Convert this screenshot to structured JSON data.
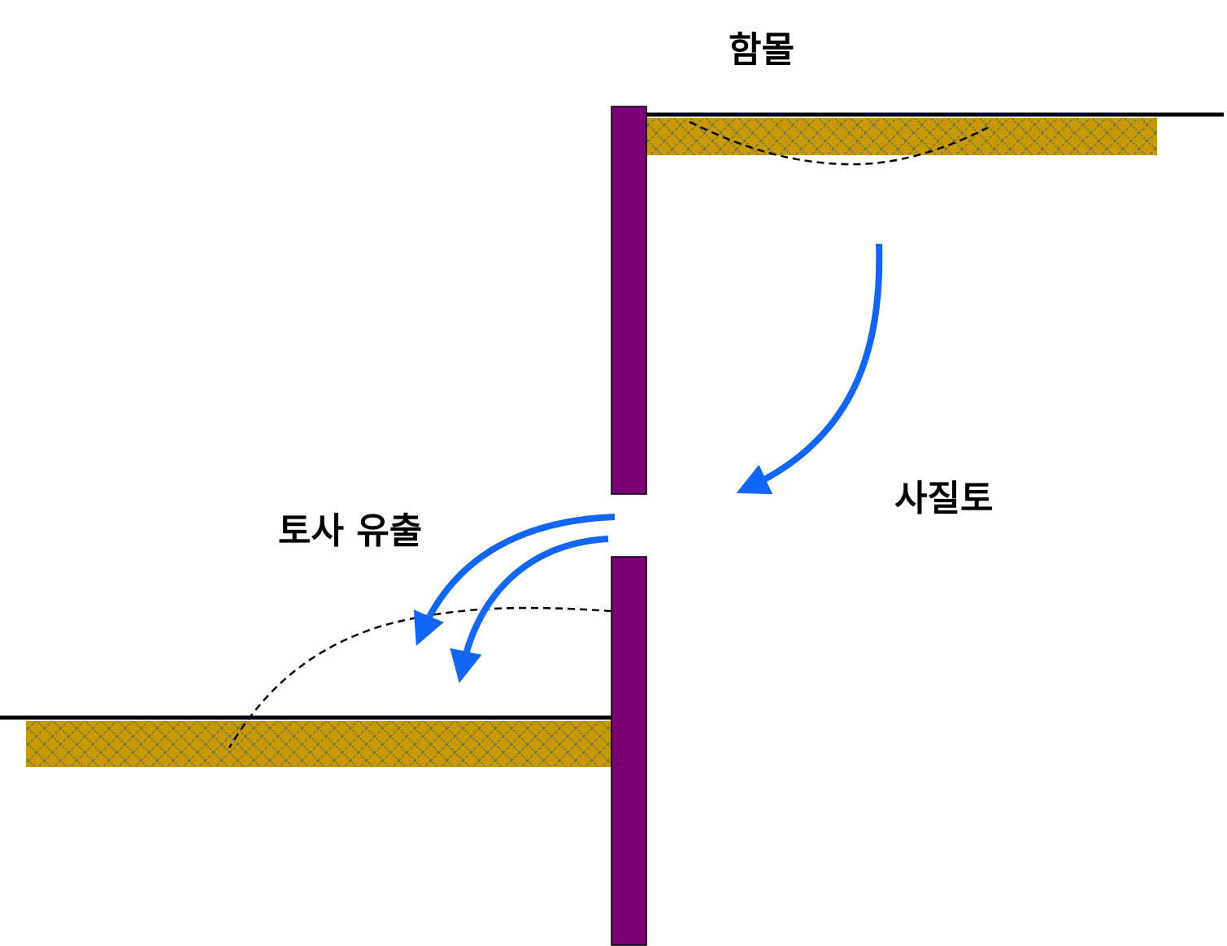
{
  "labels": {
    "subsidence": "함몰",
    "sandy_soil": "사질토",
    "soil_outflow": "토사 유출"
  },
  "colors": {
    "wall": "#7a0078",
    "soil_fill": "#c89a00",
    "soil_hatch": "#4d6a6a",
    "arrow": "#1166f5",
    "ground_line": "#000000"
  }
}
